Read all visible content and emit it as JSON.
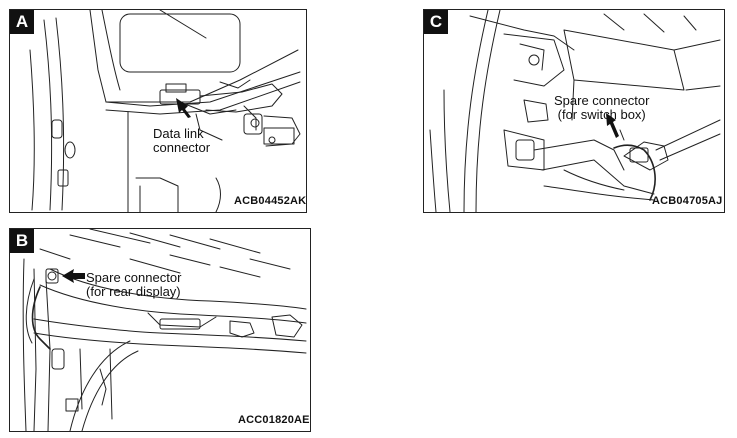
{
  "panels": {
    "a": {
      "letter": "A",
      "label_line1": "Data link",
      "label_line2": "connector",
      "code": "ACB04452AK"
    },
    "b": {
      "letter": "B",
      "label_line1": "Spare connector",
      "label_line2": "(for rear display)",
      "code": "ACC01820AE"
    },
    "c": {
      "letter": "C",
      "label_line1": "Spare connector",
      "label_line2": "(for switch box)",
      "code": "ACB04705AJ"
    }
  },
  "icons": {
    "pointer": "arrow-icon"
  },
  "colors": {
    "line": "#222222",
    "badge": "#111111",
    "background": "#ffffff"
  }
}
